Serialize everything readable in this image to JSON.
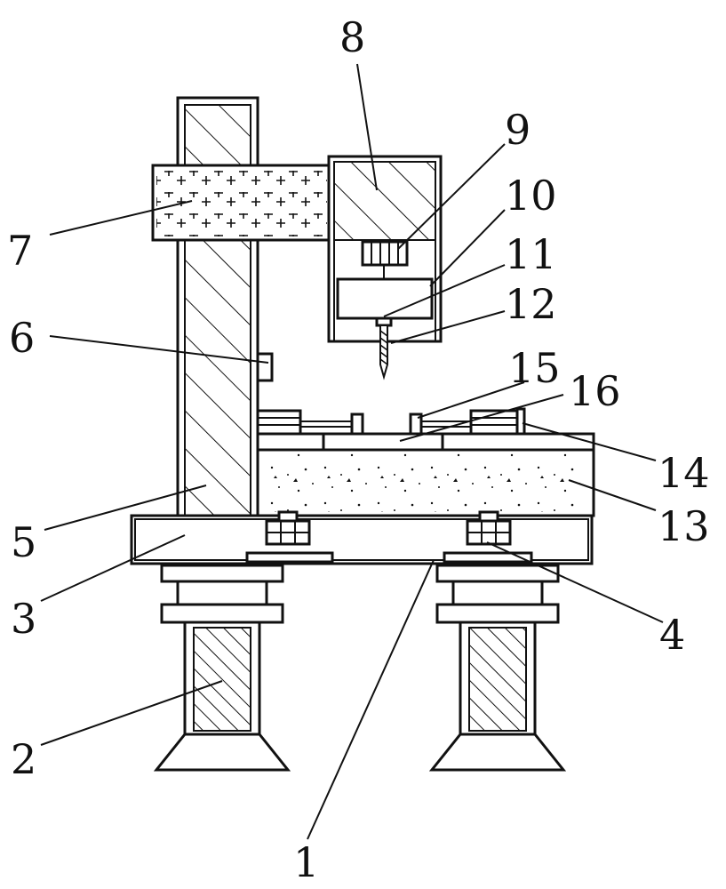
{
  "diagram": {
    "labels": {
      "l1": "1",
      "l2": "2",
      "l3": "3",
      "l4": "4",
      "l5": "5",
      "l6": "6",
      "l7": "7",
      "l8": "8",
      "l9": "9",
      "l10": "10",
      "l11": "11",
      "l12": "12",
      "l13": "13",
      "l14": "14",
      "l15": "15",
      "l16": "16"
    },
    "colors": {
      "stroke": "#111111",
      "background": "#ffffff"
    }
  }
}
